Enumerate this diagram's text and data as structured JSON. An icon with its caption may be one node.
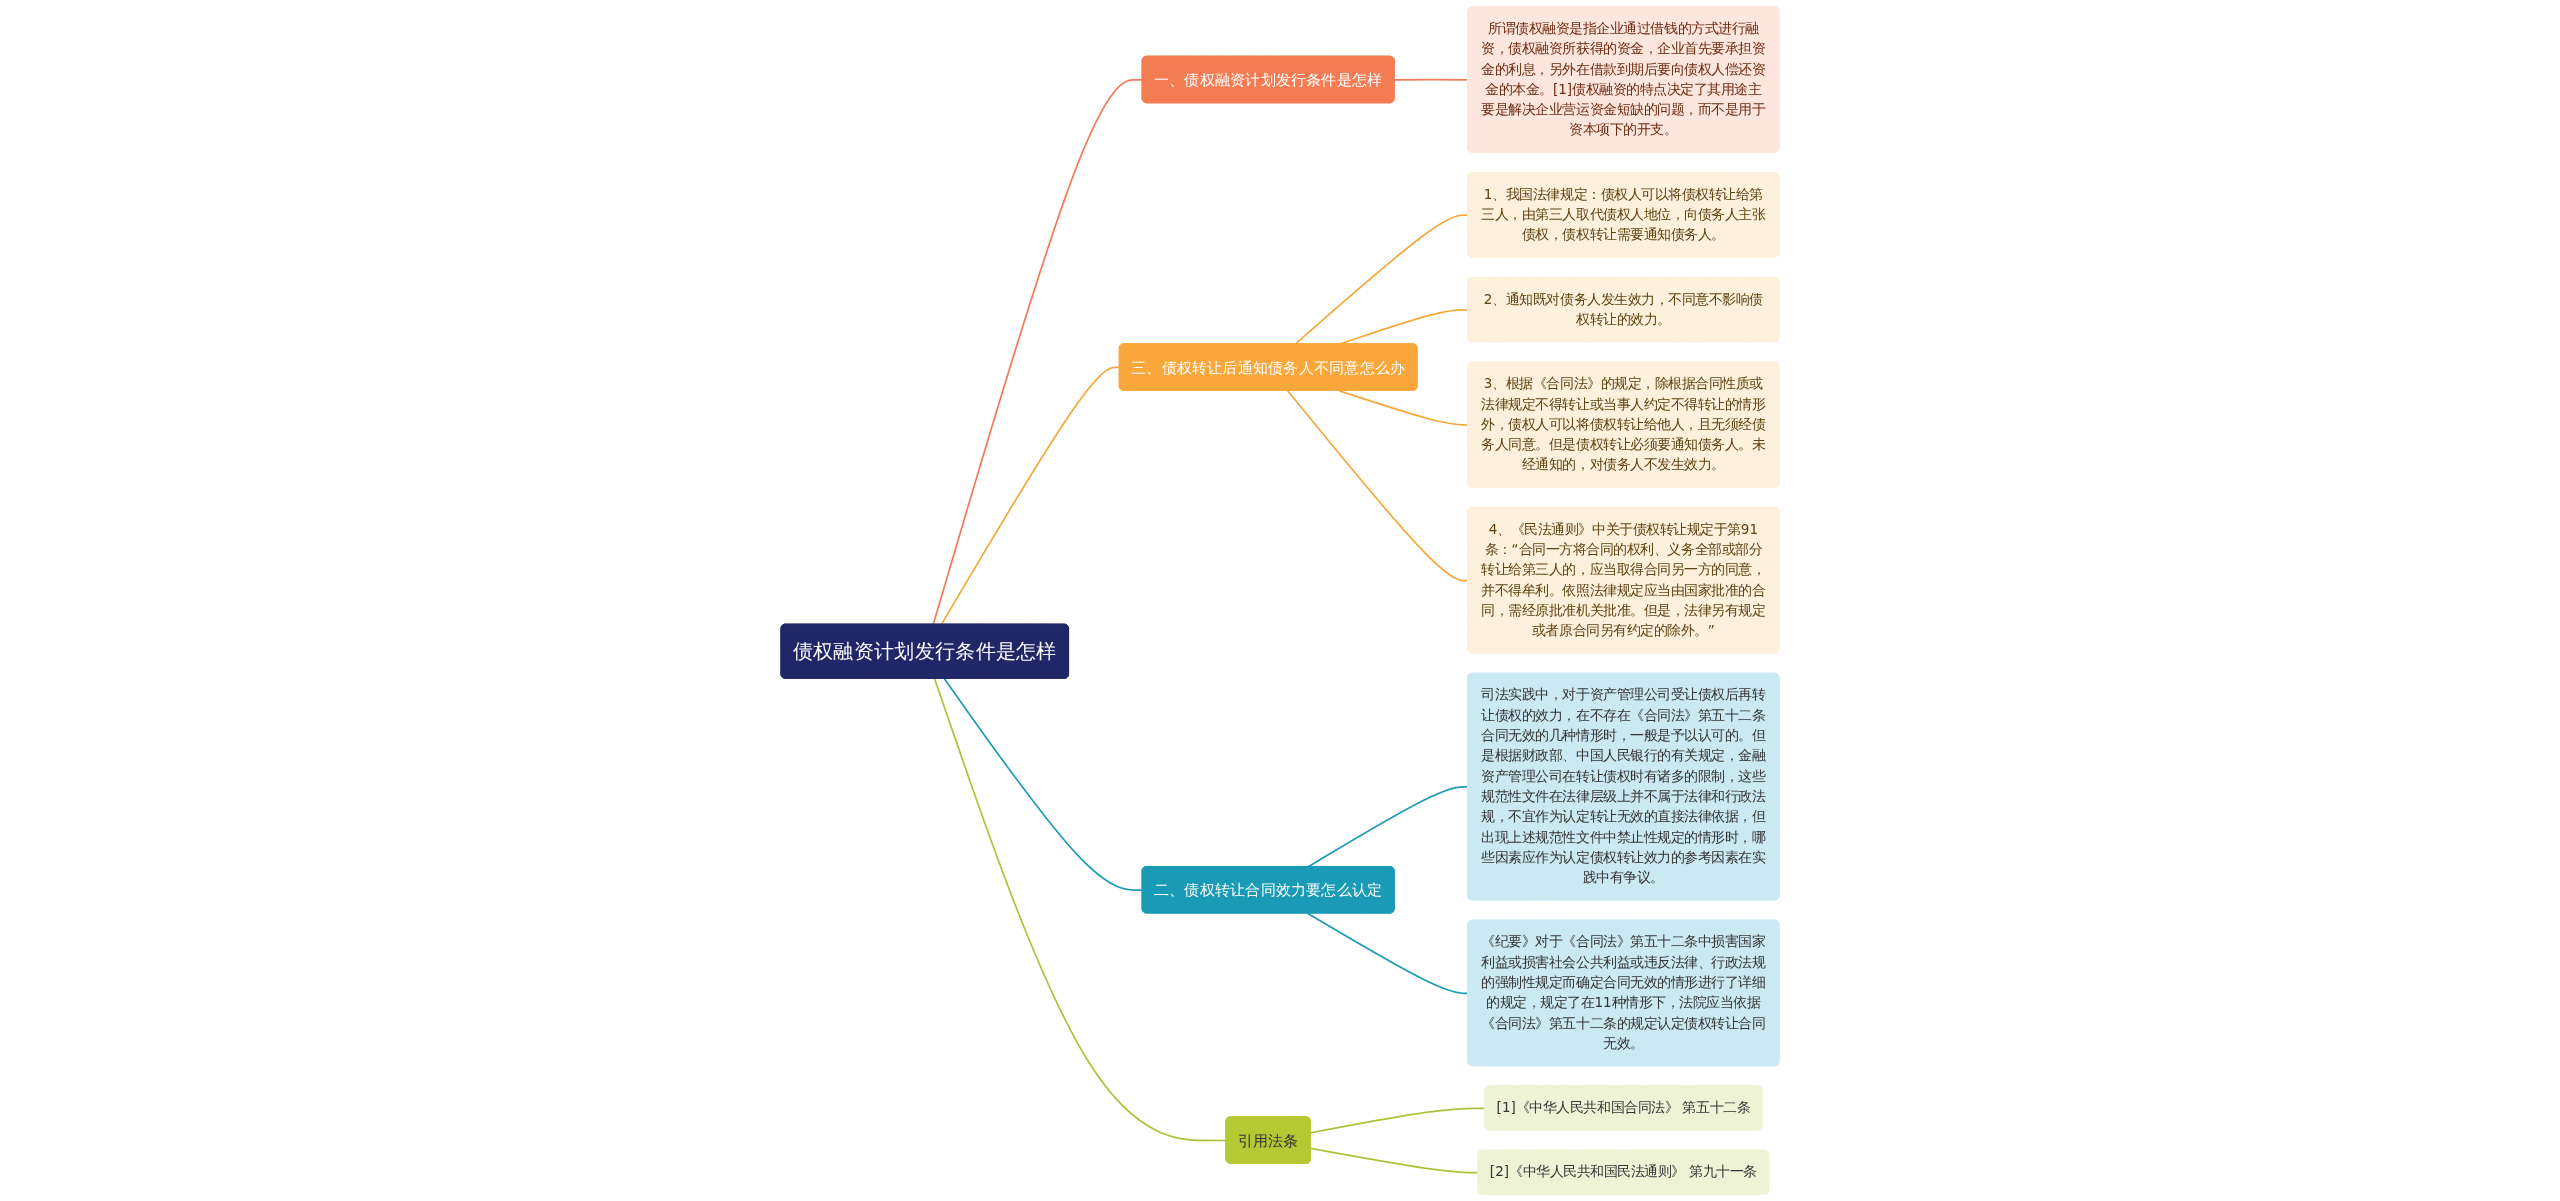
{
  "diagram": {
    "nodes": [
      {
        "text": [
          "债权融资计划发行条件是怎样"
        ]
      },
      {
        "text": [
          "一、债权融资计划发行条件是怎样"
        ]
      },
      {
        "text": [
          "所谓债权融资是指企业通过借钱的方式进行融资，债权融资所获得的资金，企业首先要承担资金的利息，另外在借款到期后要向债权人偿还资金的本金。[1]债权融资的特点决定了其用途主要是解决企业营运资金短缺的问题，而不是用于资本项下的开支。"
        ]
      },
      {
        "text": [
          "三、债权转让后通知债务人不同意怎么办"
        ]
      },
      {
        "text": [
          "1、我国法律规定：债权人可以将债权转让给第三人，由第三人取代债权人地位，向债务人主张债权，债权转让需要通知债务人。"
        ]
      },
      {
        "text": [
          "2、通知既对债务人发生效力，不同意不影响债权转让的效力。"
        ]
      },
      {
        "text": [
          "3、根据《合同法》的规定，除根据合同性质或法律规定不得转让或当事人约定不得转让的情形外，债权人可以将债权转让给他人，且无须经债务人同意。但是债权转让必须要通知债务人。未经通知的，对债务人不发生效力。"
        ]
      },
      {
        "text": [
          "4、《民法通则》中关于债权转让规定于第91条：“合同一方将合同的权利、义务全部或部分转让给第三人的，应当取得合同另一方的同意，并不得牟利。依照法律规定应当由国家批准的合同，需经原批准机关批准。但是，法律另有规定或者原合同另有约定的除外。”"
        ]
      },
      {
        "text": [
          "二、债权转让合同效力要怎么认定"
        ]
      },
      {
        "text": [
          "司法实践中，对于资产管理公司受让债权后再转让债权的效力，在不存在《合同法》第五十二条合同无效的几种情形时，一般是予以认可的。但是根据财政部、中国人民银行的有关规定，金融资产管理公司在转让债权时有诸多的限制，这些规范性文件在法律层级上并不属于法律和行政法规，不宜作为认定转让无效的直接法律依据，但出现上述规范性文件中禁止性规定的情形时，哪些因素应作为认定债权转让效力的参考因素在实践中有争议。"
        ]
      },
      {
        "text": [
          "《纪要》对于《合同法》第五十二条中损害国家利益或损害社会公共利益或违反法律、行政法规的强制性规定而确定合同无效的情形进行了详细的规定，规定了在11种情形下，法院应当依据《合同法》第五十二条的规定认定债权转让合同无效。"
        ]
      },
      {
        "text": [
          "引用法条"
        ]
      },
      {
        "text": [
          "[1]《中华人民共和国合同法》 第五十二条"
        ]
      },
      {
        "text": [
          "[2]《中华人民共和国民法通则》 第九十一条"
        ]
      }
    ],
    "edges": [
      {
        "from": 0,
        "to": 1,
        "arrow": "none",
        "color": "#f07c55"
      },
      {
        "from": 1,
        "to": 2,
        "arrow": "none",
        "color": "#f07c55"
      },
      {
        "from": 0,
        "to": 3,
        "arrow": "none",
        "color": "#f5a83a"
      },
      {
        "from": 3,
        "to": 4,
        "arrow": "none",
        "color": "#f5a83a"
      },
      {
        "from": 3,
        "to": 5,
        "arrow": "none",
        "color": "#f5a83a"
      },
      {
        "from": 3,
        "to": 6,
        "arrow": "none",
        "color": "#f5a83a"
      },
      {
        "from": 3,
        "to": 7,
        "arrow": "none",
        "color": "#f5a83a"
      },
      {
        "from": 0,
        "to": 8,
        "arrow": "none",
        "color": "#1b9bb6"
      },
      {
        "from": 8,
        "to": 9,
        "arrow": "none",
        "color": "#1b9bb6"
      },
      {
        "from": 8,
        "to": 10,
        "arrow": "none",
        "color": "#1b9bb6"
      },
      {
        "from": 0,
        "to": 11,
        "arrow": "none",
        "color": "#a9c43a"
      },
      {
        "from": 11,
        "to": 12,
        "arrow": "none",
        "color": "#a9c43a"
      },
      {
        "from": 11,
        "to": 13,
        "arrow": "none",
        "color": "#a9c43a"
      }
    ]
  }
}
